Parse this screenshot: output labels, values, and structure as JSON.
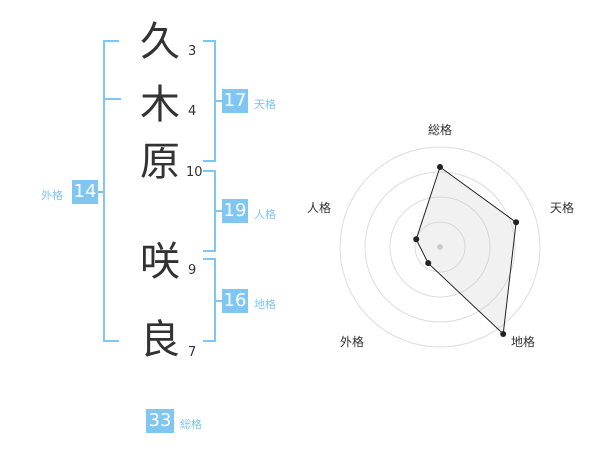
{
  "name": {
    "chars": [
      {
        "char": "久",
        "strokes": "3"
      },
      {
        "char": "木",
        "strokes": "4"
      },
      {
        "char": "原",
        "strokes": "10"
      },
      {
        "char": "咲",
        "strokes": "9"
      },
      {
        "char": "良",
        "strokes": "7"
      }
    ]
  },
  "grades": {
    "tenkaku": {
      "value": "17",
      "label": "天格"
    },
    "jinkaku": {
      "value": "19",
      "label": "人格"
    },
    "chikaku": {
      "value": "16",
      "label": "地格"
    },
    "gaikaku": {
      "value": "14",
      "label": "外格"
    },
    "soukaku": {
      "value": "33",
      "label": "総格"
    }
  },
  "colors": {
    "accent": "#7fc6f2",
    "text": "#333333"
  },
  "chart_data": {
    "type": "radar",
    "axes": [
      "総格",
      "天格",
      "地格",
      "外格",
      "人格"
    ],
    "rings": 4,
    "max": 4,
    "values": [
      3.2,
      3.2,
      4.3,
      0.8,
      1.0
    ]
  }
}
